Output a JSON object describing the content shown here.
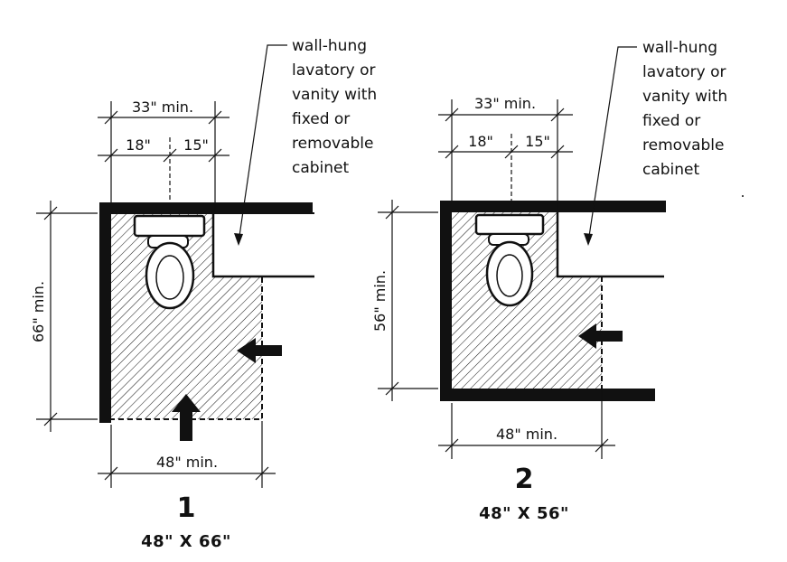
{
  "colors": {
    "ink": "#111111",
    "background": "#ffffff"
  },
  "diagram1": {
    "dims": {
      "total_width": "33\" min.",
      "seat_offset": "18\"",
      "lav_offset": "15\"",
      "depth": "66\" min.",
      "width": "48\" min."
    },
    "callout": [
      "wall-hung",
      "lavatory or",
      "vanity with",
      "fixed or",
      "removable",
      "cabinet"
    ],
    "number": "1",
    "size": "48\" X 66\""
  },
  "diagram2": {
    "dims": {
      "total_width": "33\" min.",
      "seat_offset": "18\"",
      "lav_offset": "15\"",
      "depth": "56\" min.",
      "width": "48\" min."
    },
    "callout": [
      "wall-hung",
      "lavatory or",
      "vanity with",
      "fixed or",
      "removable",
      "cabinet"
    ],
    "number": "2",
    "size": "48\" X 56\""
  }
}
